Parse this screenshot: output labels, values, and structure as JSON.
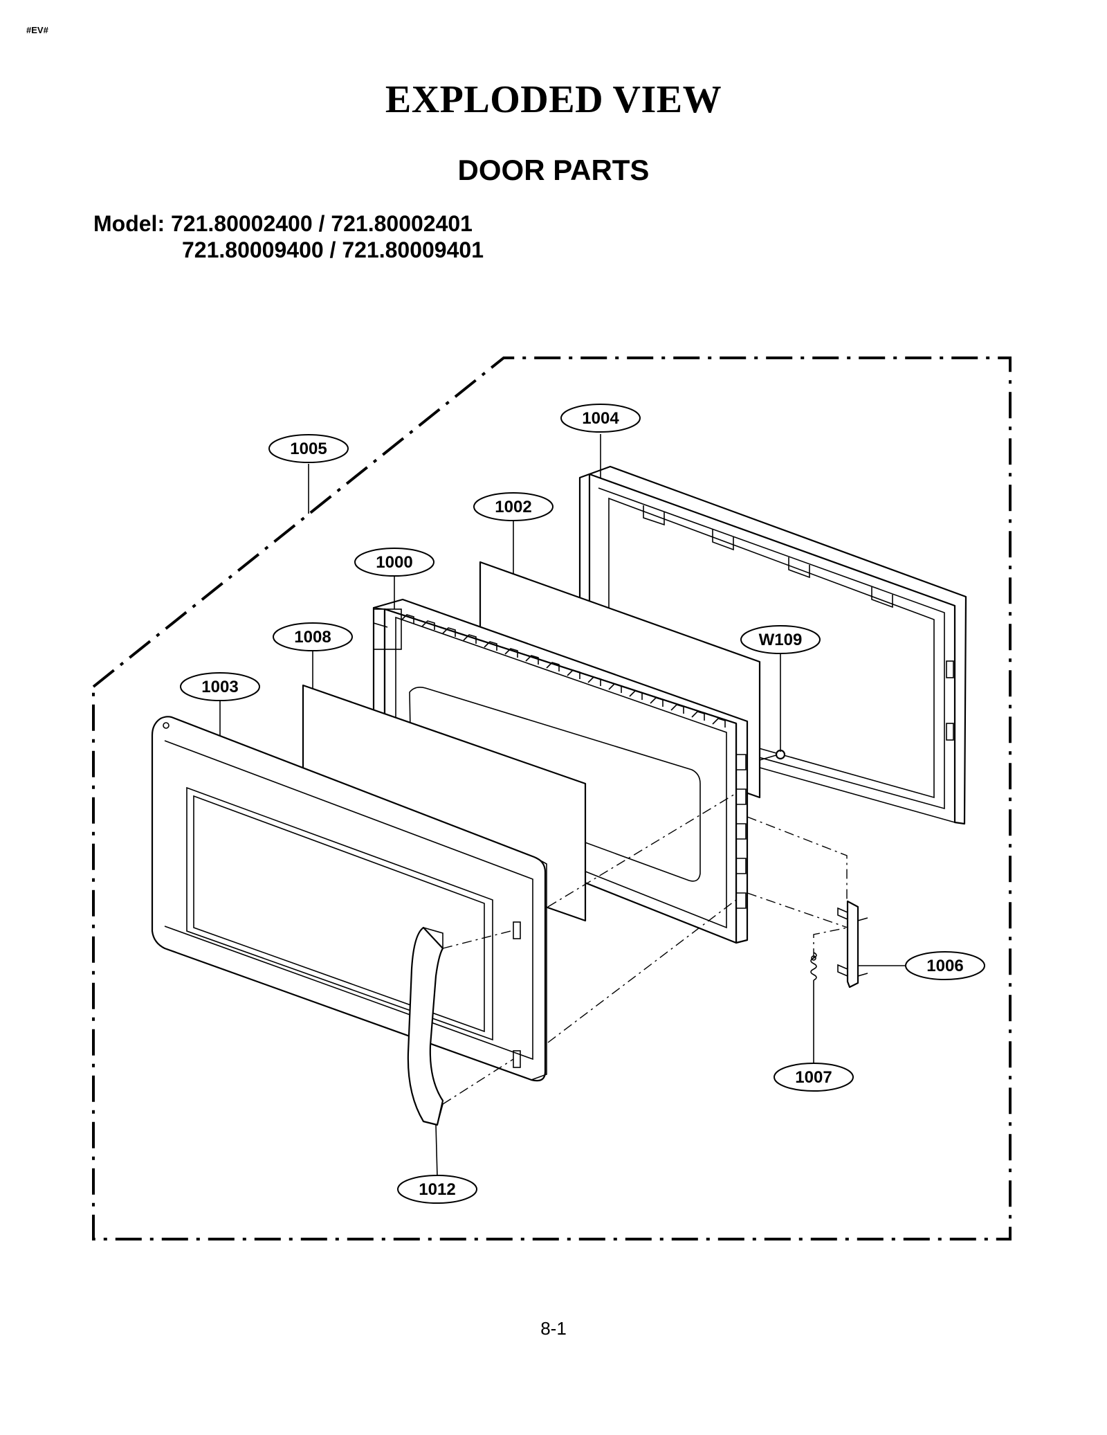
{
  "header": {
    "tag": "#EV#"
  },
  "title": "EXPLODED VIEW",
  "subtitle": "DOOR PARTS",
  "model": {
    "label": "Model:",
    "line1": "721.80002400 / 721.80002401",
    "line2": "721.80009400 / 721.80009401"
  },
  "callouts": {
    "c1004": "1004",
    "c1005": "1005",
    "c1002": "1002",
    "c1000": "1000",
    "c1008": "1008",
    "cW109": "W109",
    "c1003": "1003",
    "c1006": "1006",
    "c1007": "1007",
    "c1012": "1012"
  },
  "footer": {
    "page_number": "8-1"
  }
}
